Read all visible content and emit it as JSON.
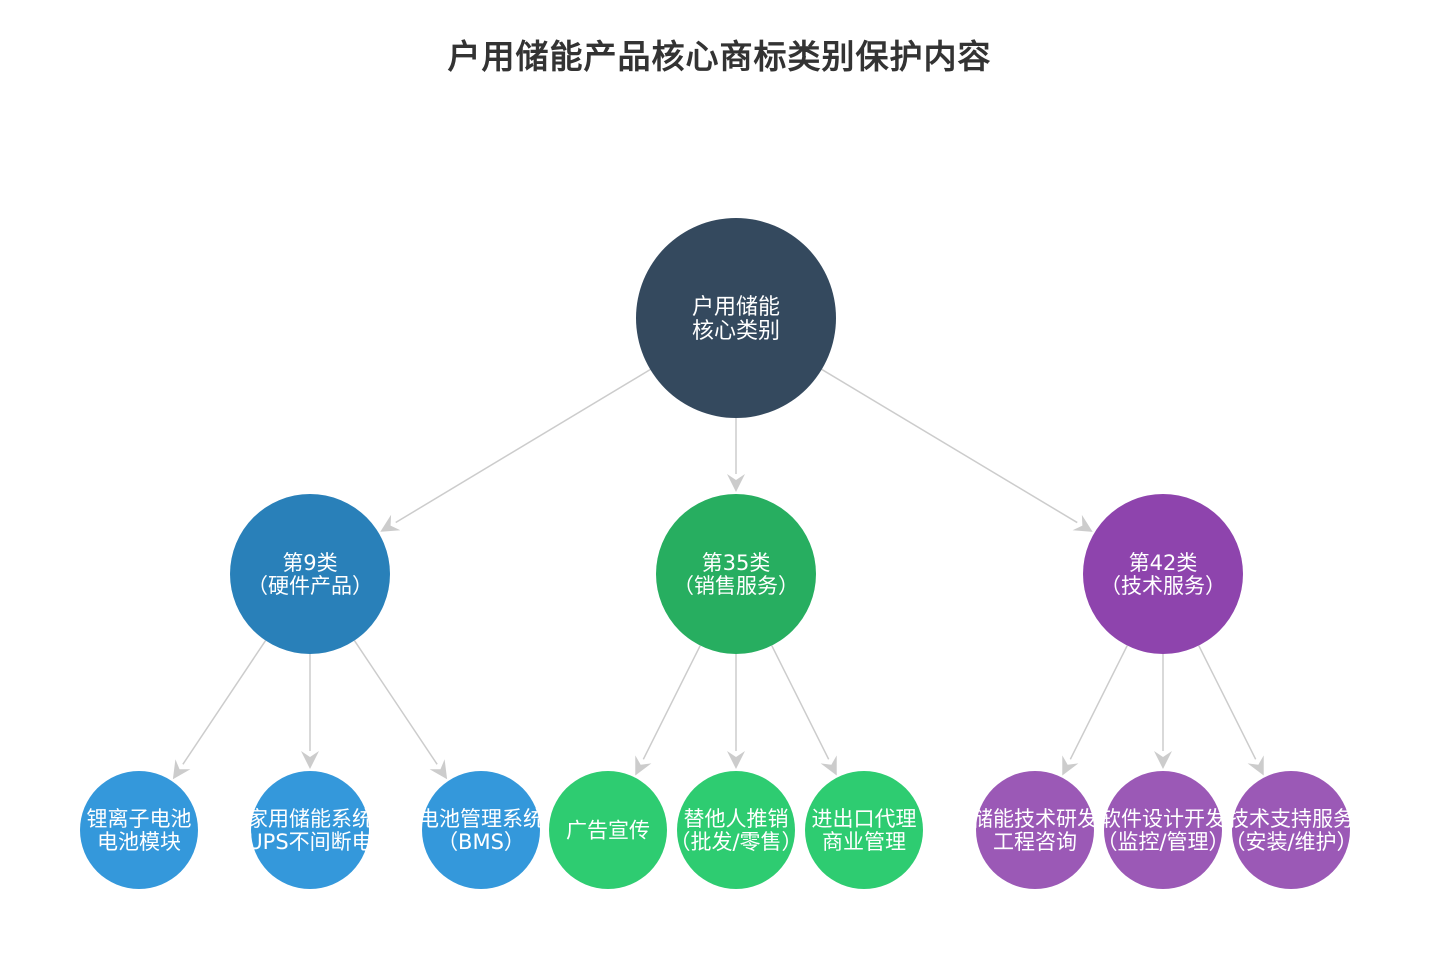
{
  "title": "户用储能产品核心商标类别保护内容",
  "colors": {
    "root": "#34495e",
    "class9": "#2980b9",
    "class9_leaf": "#3498db",
    "class35": "#27ae60",
    "class35_leaf": "#2ecc71",
    "class42": "#8e44ad",
    "class42_leaf": "#9b59b6",
    "edge": "#cccccc"
  },
  "diagram": {
    "root": {
      "lines": [
        "户用储能",
        "核心类别"
      ],
      "color_key": "root",
      "children": [
        {
          "lines": [
            "第9类",
            "（硬件产品）"
          ],
          "color_key": "class9",
          "children": [
            {
              "lines": [
                "锂离子电池",
                "电池模块"
              ],
              "color_key": "class9_leaf"
            },
            {
              "lines": [
                "家用储能系统",
                "UPS不间断电"
              ],
              "color_key": "class9_leaf"
            },
            {
              "lines": [
                "电池管理系统",
                "（BMS）"
              ],
              "color_key": "class9_leaf"
            }
          ]
        },
        {
          "lines": [
            "第35类",
            "（销售服务）"
          ],
          "color_key": "class35",
          "children": [
            {
              "lines": [
                "广告宣传"
              ],
              "color_key": "class35_leaf"
            },
            {
              "lines": [
                "替他人推销",
                "（批发/零售）"
              ],
              "color_key": "class35_leaf"
            },
            {
              "lines": [
                "进出口代理",
                "商业管理"
              ],
              "color_key": "class35_leaf"
            }
          ]
        },
        {
          "lines": [
            "第42类",
            "（技术服务）"
          ],
          "color_key": "class42",
          "children": [
            {
              "lines": [
                "储能技术研发",
                "工程咨询"
              ],
              "color_key": "class42_leaf"
            },
            {
              "lines": [
                "软件设计开发",
                "（监控/管理）"
              ],
              "color_key": "class42_leaf"
            },
            {
              "lines": [
                "技术支持服务",
                "（安装/维护）"
              ],
              "color_key": "class42_leaf"
            }
          ]
        }
      ]
    }
  }
}
